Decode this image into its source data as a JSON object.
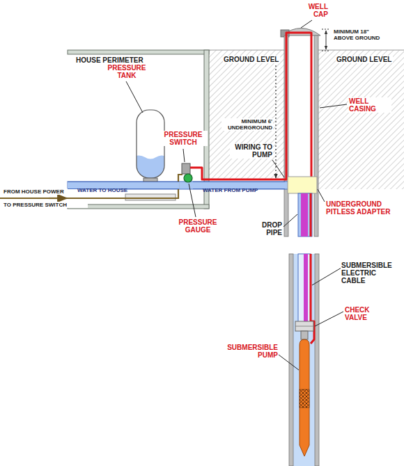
{
  "diagram": {
    "nodes": [
      {
        "text": [
          "WATER TO HOUSE"
        ]
      },
      {
        "text": [
          "WATER FROM PUMP"
        ]
      }
    ],
    "labels": [
      "WELL CAP",
      "MINIMUM 18\" ABOVE GROUND",
      "HOUSE PERIMETER",
      "GROUND LEVEL",
      "GROUND LEVEL",
      "PRESSURE TANK",
      "WELL CASING",
      "MINIMUM 6' UNDERGROUND",
      "PRESSURE SWITCH",
      "WIRING TO PUMP",
      "FROM HOUSE POWER",
      "TO PRESSURE SWITCH",
      "UNDERGROUND PITLESS ADAPTER",
      "PRESSURE GAUGE",
      "DROP PIPE",
      "SUBMERSIBLE ELECTRIC CABLE",
      "CHECK VALVE",
      "SUBMERSIBLE PUMP"
    ]
  }
}
